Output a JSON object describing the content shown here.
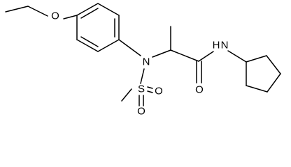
{
  "structure": {
    "atoms": {
      "oxygen_ether": "O",
      "nitrogen_sulfonamide": "N",
      "sulfur": "S",
      "oxygen_sulfonyl_1": "O",
      "oxygen_sulfonyl_2": "O",
      "oxygen_carbonyl": "O",
      "nitrogen_amide": "N",
      "hydrogen_amide": "H"
    },
    "colors": {
      "bond": "#000000",
      "label": "#000000",
      "background": "#ffffff"
    }
  }
}
